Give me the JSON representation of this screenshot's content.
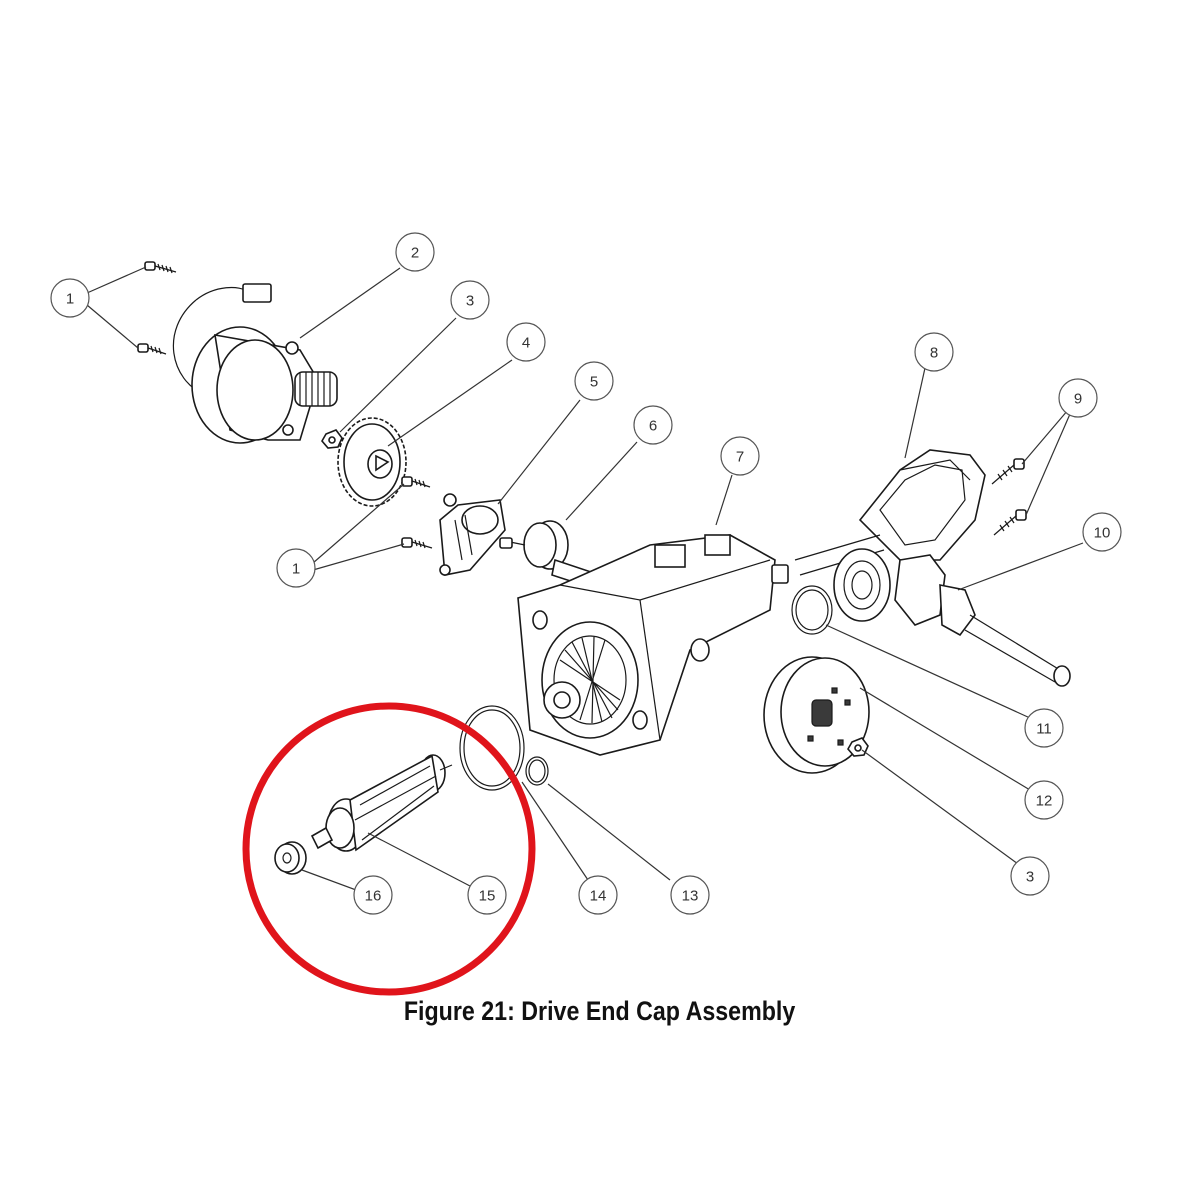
{
  "figure": {
    "caption": "Figure 21: Drive End Cap Assembly",
    "highlight_color": "#e0141b",
    "callouts": [
      {
        "id": "c1a",
        "label": "1"
      },
      {
        "id": "c2",
        "label": "2"
      },
      {
        "id": "c3a",
        "label": "3"
      },
      {
        "id": "c4",
        "label": "4"
      },
      {
        "id": "c5",
        "label": "5"
      },
      {
        "id": "c6",
        "label": "6"
      },
      {
        "id": "c7",
        "label": "7"
      },
      {
        "id": "c8",
        "label": "8"
      },
      {
        "id": "c9",
        "label": "9"
      },
      {
        "id": "c10",
        "label": "10"
      },
      {
        "id": "c1b",
        "label": "1"
      },
      {
        "id": "c11",
        "label": "11"
      },
      {
        "id": "c12",
        "label": "12"
      },
      {
        "id": "c3b",
        "label": "3"
      },
      {
        "id": "c13",
        "label": "13"
      },
      {
        "id": "c14",
        "label": "14"
      },
      {
        "id": "c15",
        "label": "15"
      },
      {
        "id": "c16",
        "label": "16"
      }
    ]
  }
}
